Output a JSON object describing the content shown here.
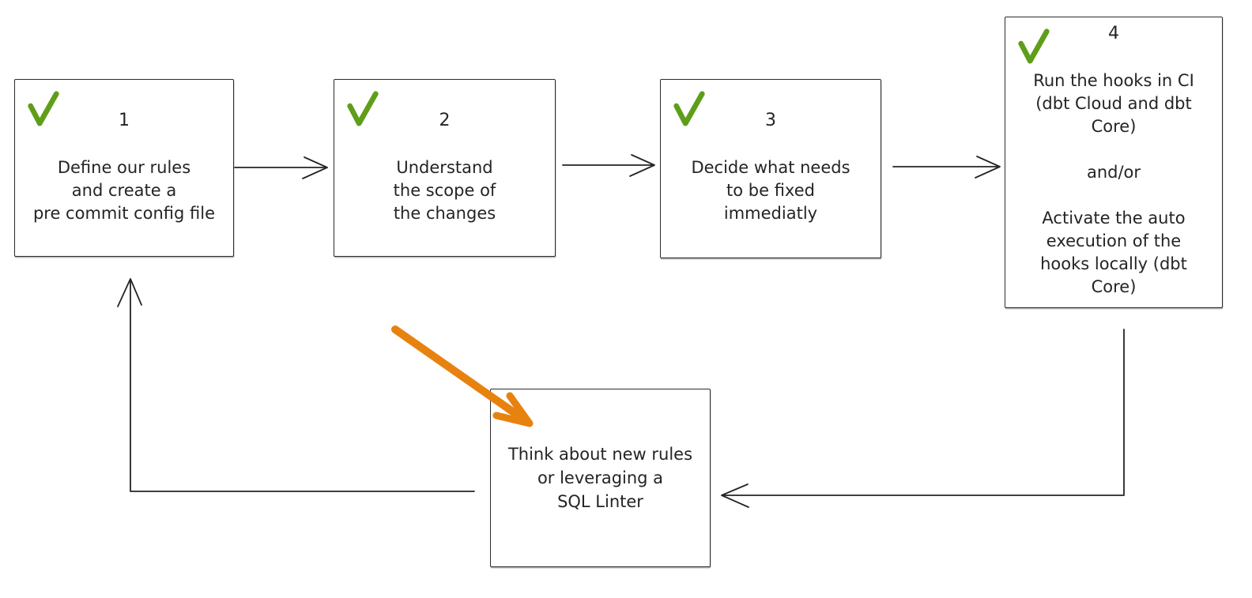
{
  "app": {
    "type": "hand-drawn flowchart (whiteboard sketch)"
  },
  "colors": {
    "bg": "#ffffff",
    "ink": "#242424",
    "box-border": "#2b2b2b",
    "check": "#5f9e19",
    "orange": "#e8820e"
  },
  "icons": {
    "checkmark": "✓",
    "highlight-arrow": "↘"
  },
  "boxes": [
    {
      "number": "1",
      "checked": true,
      "lines": [
        "Define our rules",
        "and create a",
        "pre commit config file"
      ]
    },
    {
      "number": "2",
      "checked": true,
      "lines": [
        "Understand",
        "the scope of",
        "the changes"
      ]
    },
    {
      "number": "3",
      "checked": true,
      "lines": [
        "Decide what needs",
        "to be fixed",
        "immediatly"
      ]
    },
    {
      "number": "4",
      "checked": true,
      "lines": [
        "Run the hooks in CI",
        "(dbt Cloud and dbt",
        "Core)",
        "",
        "and/or",
        "",
        "Activate the auto",
        "execution of the",
        "hooks locally (dbt",
        "Core)"
      ]
    },
    {
      "number": "",
      "checked": false,
      "lines": [
        "Think about new rules",
        "or leveraging a",
        "SQL Linter"
      ]
    }
  ],
  "connections": [
    {
      "from": "step-1",
      "to": "step-2"
    },
    {
      "from": "step-2",
      "to": "step-3"
    },
    {
      "from": "step-3",
      "to": "step-4"
    },
    {
      "from": "step-4",
      "to": "loop-box"
    },
    {
      "from": "loop-box",
      "to": "step-1"
    },
    {
      "from": "highlight-arrow",
      "to": "loop-box"
    }
  ]
}
